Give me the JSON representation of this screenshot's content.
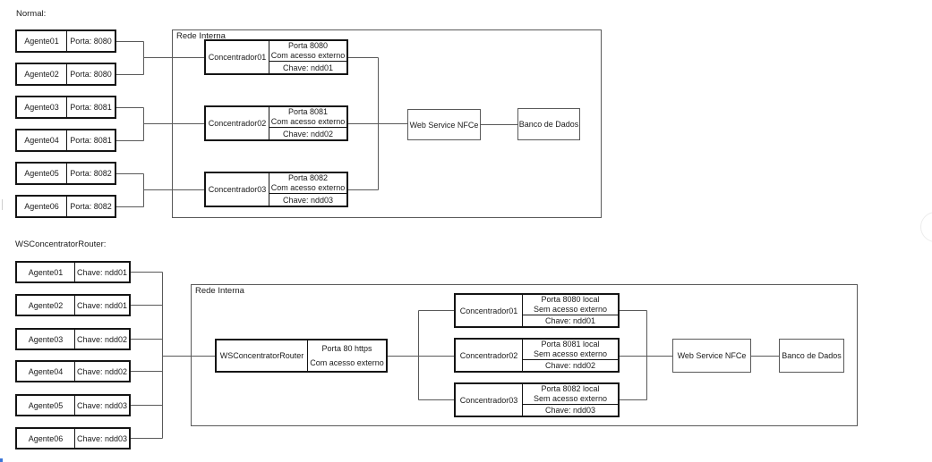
{
  "colors": {
    "background": "#ffffff",
    "node_border": "#141414",
    "container_border": "#595959",
    "wire": "#595959",
    "text": "#1a1a1a",
    "corner_mark": "#3b76d8"
  },
  "normal": {
    "section_label": "Normal:",
    "rede_interna_label": "Rede Interna",
    "agents": [
      {
        "name": "Agente01",
        "value": "Porta: 8080"
      },
      {
        "name": "Agente02",
        "value": "Porta: 8080"
      },
      {
        "name": "Agente03",
        "value": "Porta: 8081"
      },
      {
        "name": "Agente04",
        "value": "Porta: 8081"
      },
      {
        "name": "Agente05",
        "value": "Porta: 8082"
      },
      {
        "name": "Agente06",
        "value": "Porta: 8082"
      }
    ],
    "concentrators": [
      {
        "name": "Concentrador01",
        "line1": "Porta 8080",
        "line2": "Com acesso externo",
        "chave": "Chave: ndd01"
      },
      {
        "name": "Concentrador02",
        "line1": "Porta 8081",
        "line2": "Com acesso externo",
        "chave": "Chave: ndd02"
      },
      {
        "name": "Concentrador03",
        "line1": "Porta 8082",
        "line2": "Com acesso externo",
        "chave": "Chave: ndd03"
      }
    ],
    "web_service": "Web Service NFCe",
    "database": "Banco de Dados"
  },
  "wsrouter": {
    "section_label": "WSConcentratorRouter:",
    "rede_interna_label": "Rede Interna",
    "agents": [
      {
        "name": "Agente01",
        "value": "Chave: ndd01"
      },
      {
        "name": "Agente02",
        "value": "Chave: ndd01"
      },
      {
        "name": "Agente03",
        "value": "Chave: ndd02"
      },
      {
        "name": "Agente04",
        "value": "Chave: ndd02"
      },
      {
        "name": "Agente05",
        "value": "Chave: ndd03"
      },
      {
        "name": "Agente06",
        "value": "Chave: ndd03"
      }
    ],
    "router": {
      "name": "WSConcentratorRouter",
      "line1": "Porta 80 https",
      "line2": "Com acesso externo"
    },
    "concentrators": [
      {
        "name": "Concentrador01",
        "line1": "Porta 8080 local",
        "line2": "Sem acesso externo",
        "chave": "Chave: ndd01"
      },
      {
        "name": "Concentrador02",
        "line1": "Porta 8081 local",
        "line2": "Sem acesso externo",
        "chave": "Chave: ndd02"
      },
      {
        "name": "Concentrador03",
        "line1": "Porta 8082 local",
        "line2": "Sem acesso externo",
        "chave": "Chave: ndd03"
      }
    ],
    "web_service": "Web Service NFCe",
    "database": "Banco de Dados"
  }
}
